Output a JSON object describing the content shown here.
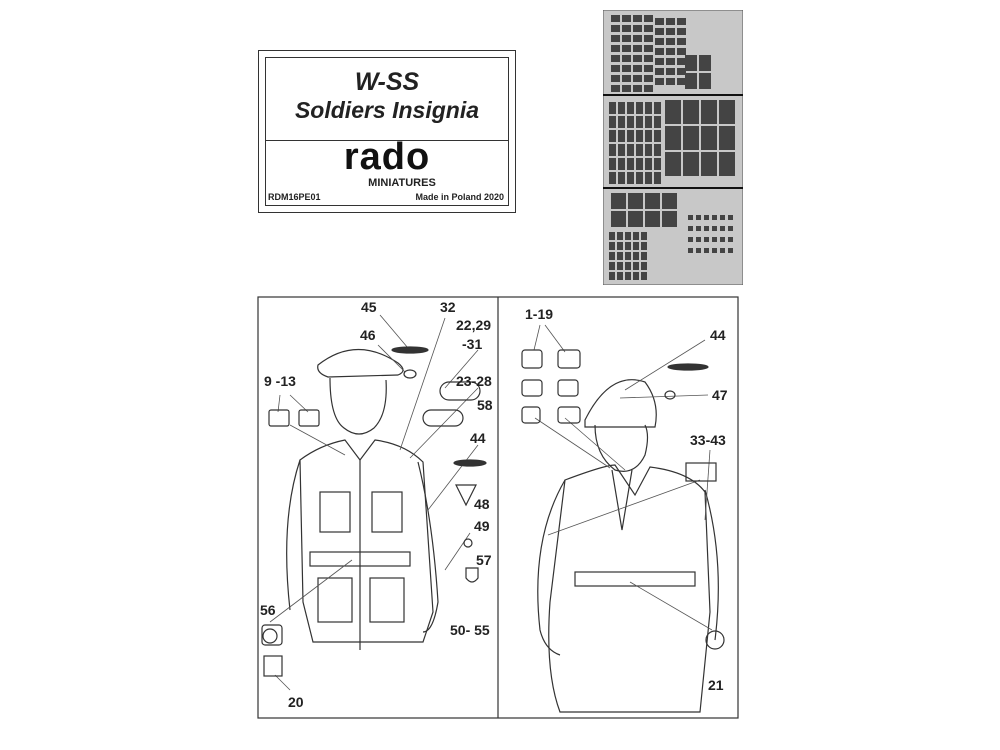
{
  "label": {
    "title_line1": "W-SS",
    "title_line2": "Soldiers Insignia",
    "brand": "rado",
    "brand_sub": "MINIATURES",
    "product_code": "RDM16PE01",
    "made_in": "Made in Poland 2020"
  },
  "left_figure": {
    "callouts": [
      "45",
      "32",
      "46",
      "22,29",
      "-31",
      "9 -13",
      "23-28",
      "58",
      "44",
      "48",
      "49",
      "57",
      "56",
      "50- 55",
      "20"
    ]
  },
  "right_figure": {
    "callouts": [
      "1-19",
      "44",
      "47",
      "33-43",
      "21"
    ]
  },
  "colors": {
    "fret": "#c8c8c8",
    "fret_part": "#444444",
    "line": "#333333"
  }
}
